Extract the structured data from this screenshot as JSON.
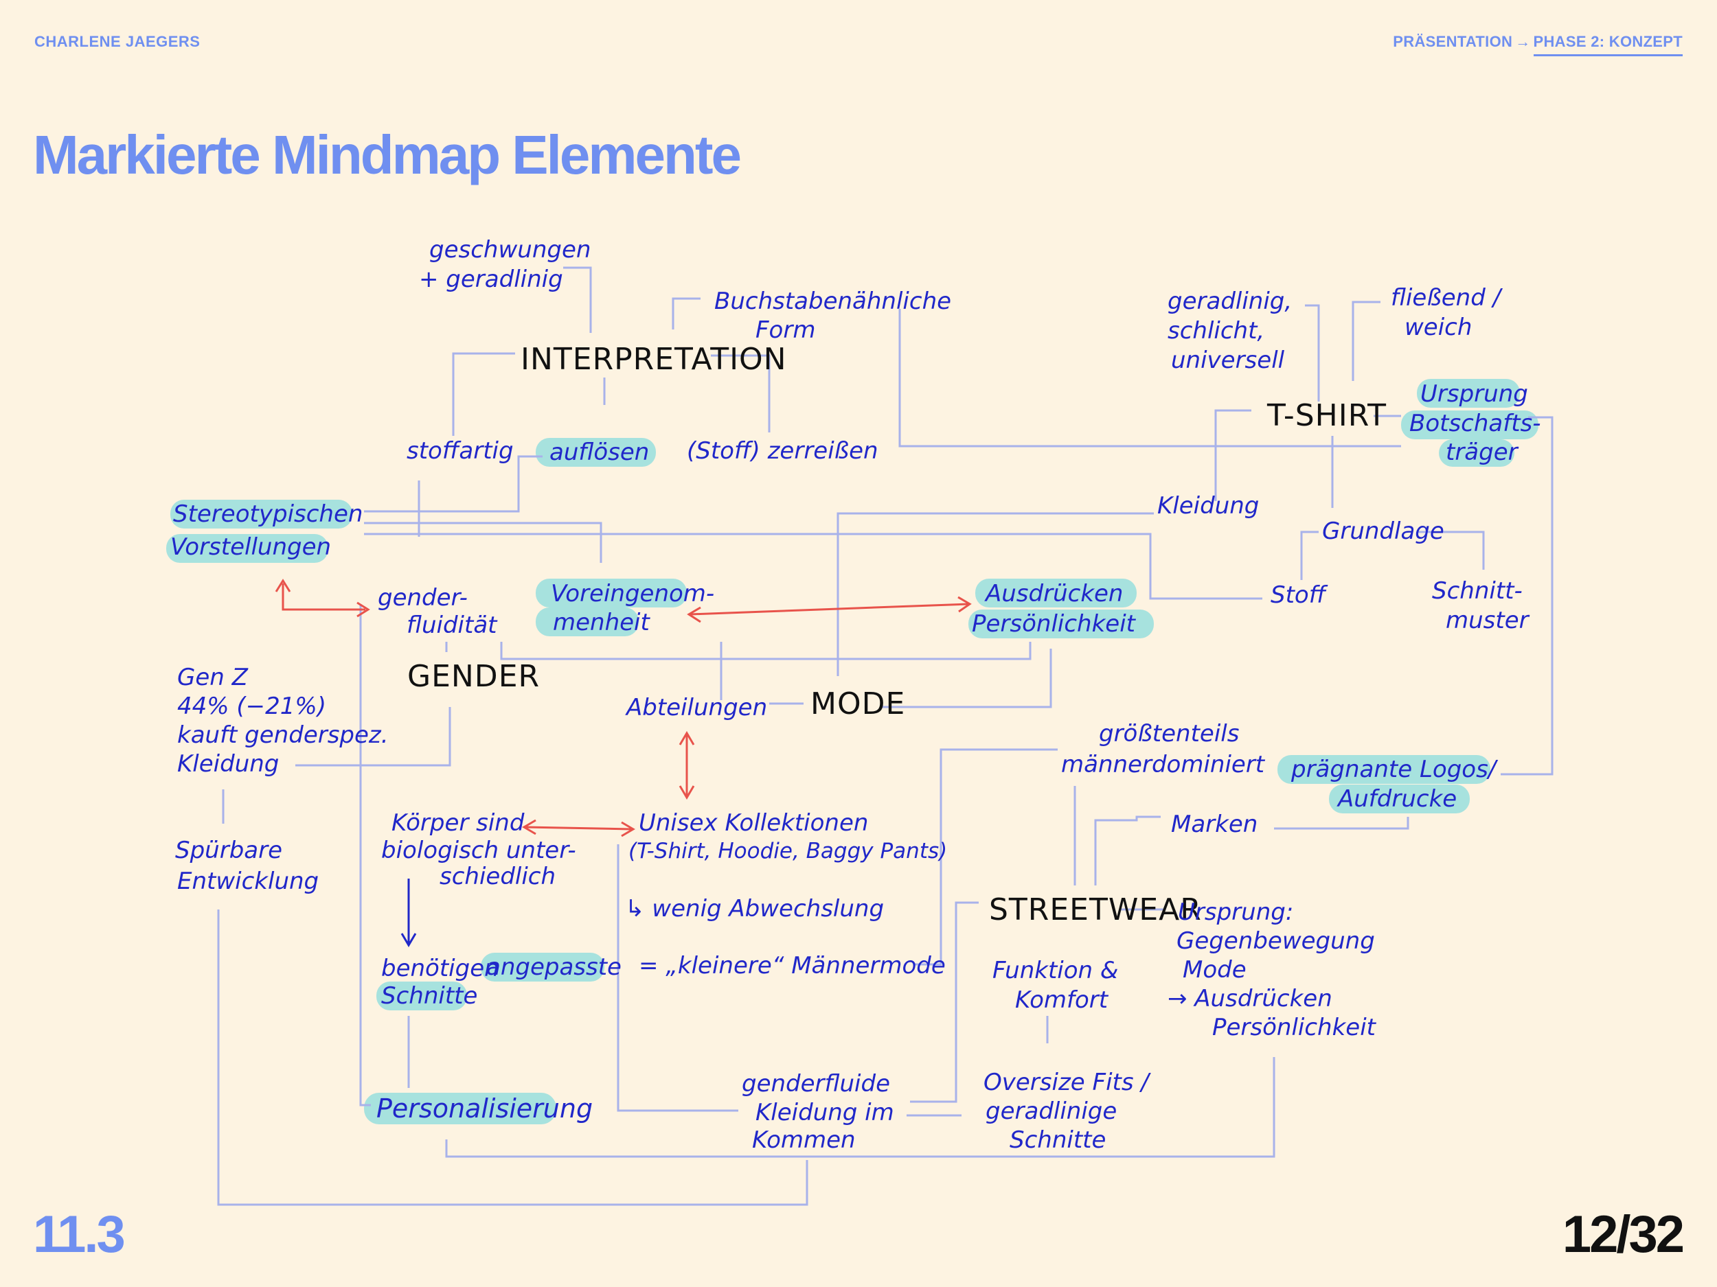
{
  "header": {
    "author": "CHARLENE JAEGERS",
    "breadcrumb_parent": "PRÄSENTATION",
    "breadcrumb_current": "PHASE 2: KONZEPT"
  },
  "title": "Markierte Mindmap Elemente",
  "footer": {
    "section": "11.3",
    "page": "12/32"
  },
  "colors": {
    "accent": "#6f8ff0",
    "background": "#fdf3e1",
    "handwriting": "#2027c9",
    "highlight": "#a7e2de",
    "connector": "#a8b2ea",
    "relation": "#e8534b"
  },
  "mindmap": {
    "nodes": {
      "interpretation": "INTERPRETATION",
      "tshirt": "T-SHIRT",
      "gender": "GENDER",
      "mode": "MODE",
      "streetwear": "STREETWEAR"
    },
    "labels": {
      "geschwungen1": "geschwungen",
      "geschwungen2": "+ geradlinig",
      "buchstaben1": "Buchstabenähnliche",
      "buchstaben2": "Form",
      "stoffartig": "stoffartig",
      "aufloesen": "auflösen",
      "zerreissen": "(Stoff) zerreißen",
      "geradlinig1": "geradlinig,",
      "geradlinig2": "schlicht,",
      "geradlinig3": "universell",
      "fliessend1": "fließend /",
      "fliessend2": "weich",
      "ursprung1": "Ursprung",
      "ursprung2": "Botschafts-",
      "ursprung3": "träger",
      "kleidung": "Kleidung",
      "grundlage": "Grundlage",
      "stoff": "Stoff",
      "schnitt1": "Schnitt-",
      "schnitt2": "muster",
      "stereo1": "Stereotypischen",
      "stereo2": "Vorstellungen",
      "gfluid1": "gender-",
      "gfluid2": "fluidität",
      "vorein1": "Voreingenom-",
      "vorein2": "menheit",
      "ausdruck1": "Ausdrücken",
      "ausdruck2": "Persönlichkeit",
      "genz1": "Gen Z",
      "genz2": "44% (−21%)",
      "genz3": "kauft genderspez.",
      "genz4": "Kleidung",
      "abteilungen": "Abteilungen",
      "groesstenteils1": "größtenteils",
      "groesstenteils2": "männerdominiert",
      "logos1": "prägnante Logos/",
      "logos2": "Aufdrucke",
      "marken": "Marken",
      "spuerbar1": "Spürbare",
      "spuerbar2": "Entwicklung",
      "koerper1": "Körper sind",
      "koerper2": "biologisch unter-",
      "koerper3": "schiedlich",
      "unisex1": "Unisex Kollektionen",
      "unisex2": "(T-Shirt, Hoodie, Baggy Pants)",
      "abwechslung": "↳ wenig Abwechslung",
      "kleinere": "= „kleinere“ Männermode",
      "benoetigen": "benötigen",
      "angepasste": "angepasste",
      "schnitte": "Schnitte",
      "funktion1": "Funktion &",
      "funktion2": "Komfort",
      "usp1": "Ursprung:",
      "usp2": "Gegenbewegung",
      "usp3": "Mode",
      "usp4": "→ Ausdrücken",
      "usp5": "Persönlichkeit",
      "personalisierung": "Personalisierung",
      "gfk1": "genderfluide",
      "gfk2": "Kleidung im",
      "gfk3": "Kommen",
      "oversize1": "Oversize Fits /",
      "oversize2": "geradlinige",
      "oversize3": "Schnitte"
    }
  }
}
